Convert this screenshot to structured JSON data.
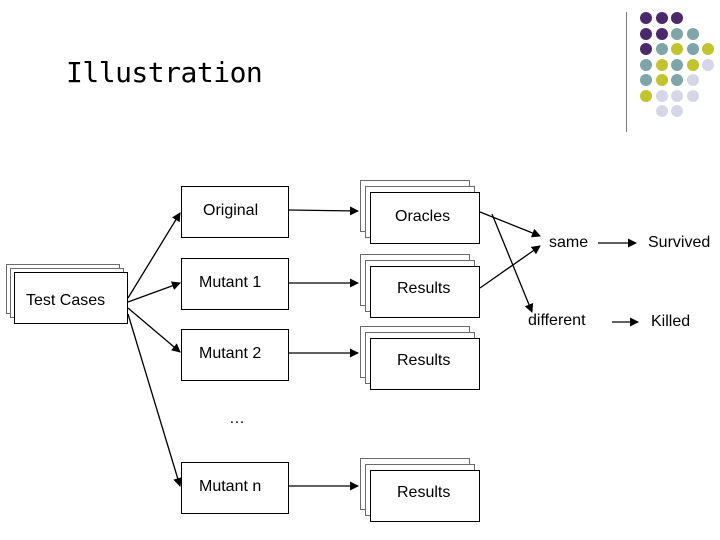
{
  "title": "Illustration",
  "colors": {
    "purple": "#4b2a6a",
    "teal": "#7ea5a8",
    "olive": "#c2c42e",
    "lavender": "#d6d6e8",
    "line": "#000000",
    "stack_border": "#6b6b6b"
  },
  "decoration": {
    "dot_grid": [
      [
        "purple",
        "purple",
        "purple",
        null,
        null,
        null
      ],
      [
        "purple",
        "purple",
        "teal",
        "teal",
        null,
        null
      ],
      [
        "purple",
        "teal",
        "olive",
        "teal",
        "olive",
        null
      ],
      [
        "teal",
        "olive",
        "teal",
        "olive",
        "lavender",
        null
      ],
      [
        "teal",
        "olive",
        "teal",
        "lavender",
        null,
        null
      ],
      [
        "olive",
        "lavender",
        "lavender",
        "lavender",
        null,
        null
      ],
      [
        null,
        "lavender",
        "lavender",
        null,
        null,
        null
      ]
    ]
  },
  "diagram": {
    "test_cases": "Test Cases",
    "programs": {
      "original": "Original",
      "mutant_1": "Mutant 1",
      "mutant_2": "Mutant 2",
      "ellipsis": "…",
      "mutant_n": "Mutant n"
    },
    "outputs": {
      "oracles": "Oracles",
      "results_1": "Results",
      "results_2": "Results",
      "results_n": "Results"
    },
    "comparison": {
      "same": "same",
      "different": "different",
      "survived": "Survived",
      "killed": "Killed"
    }
  }
}
